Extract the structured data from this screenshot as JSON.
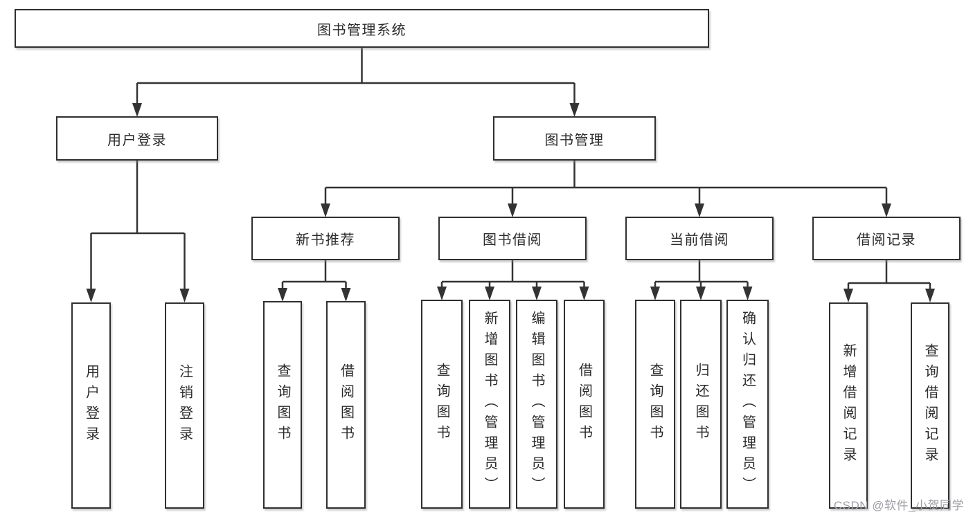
{
  "diagram": {
    "root": "图书管理系统",
    "level2": {
      "user_login": "用户登录",
      "book_management": "图书管理"
    },
    "level3": {
      "new_book_recommend": "新书推荐",
      "book_borrow": "图书借阅",
      "current_borrow": "当前借阅",
      "borrow_record": "借阅记录"
    },
    "leaves": {
      "user_login": "用户登录",
      "logout": "注销登录",
      "query_book_recommend": "查询图书",
      "borrow_book_recommend": "借阅图书",
      "query_book_borrow": "查询图书",
      "add_book_admin": "新增图书（管理员）",
      "edit_book_admin": "编辑图书（管理员）",
      "borrow_book_borrow": "借阅图书",
      "query_book_current": "查询图书",
      "return_book": "归还图书",
      "confirm_return_admin": "确认归还（管理员）",
      "add_borrow_record": "新增借阅记录",
      "query_borrow_record": "查询借阅记录"
    }
  },
  "watermark": "CSDN @软件_小贺同学",
  "colors": {
    "line": "#333333",
    "box_border": "#2f2f2f",
    "text": "#2a2a2a",
    "watermark_text": "#9e9ea4",
    "background": "#ffffff"
  }
}
